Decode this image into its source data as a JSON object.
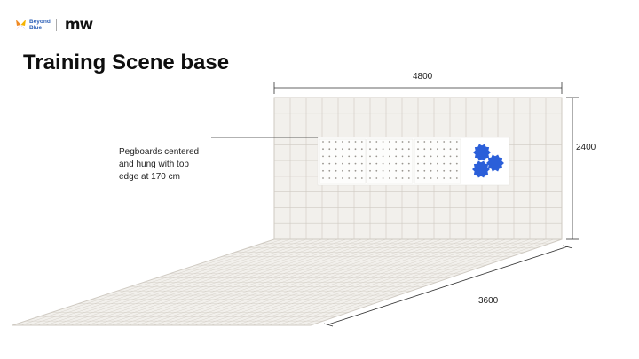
{
  "brand": {
    "beyond_blue": "Beyond\nBlue",
    "mw": "mw"
  },
  "title": "Training Scene base",
  "dimensions": {
    "width": "4800",
    "height": "2400",
    "depth": "3600"
  },
  "note": {
    "lines": [
      "Pegboards centered",
      "and hung with top",
      "edge at 170 cm"
    ]
  },
  "colors": {
    "grid_fill": "#f2f0ec",
    "grid_line": "#cfcac2",
    "pegboard": "#ffffff",
    "gear": "#2b5fd9",
    "dimension_line": "#333333"
  }
}
